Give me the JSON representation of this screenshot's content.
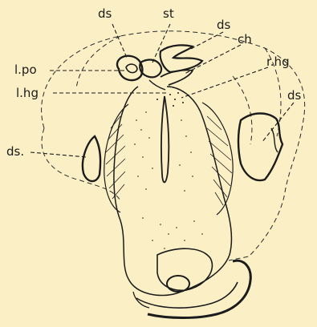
{
  "figure": {
    "background": "#fbefc6",
    "ink": "#1b1b1b",
    "labels": {
      "ds_top": "ds",
      "st": "st",
      "ds_top_right": "ds",
      "ch": "ch",
      "l_po": "l.po",
      "r_hg": "r.hg",
      "l_hg": "l.hg",
      "ds_right": "ds",
      "ds_left": "ds."
    }
  }
}
